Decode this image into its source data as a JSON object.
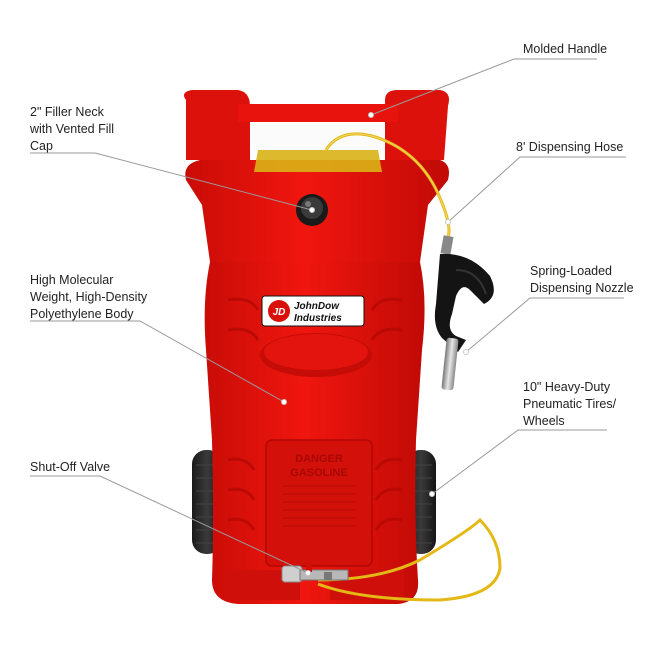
{
  "brand": {
    "monogram": "JD",
    "name_line1": "JohnDow",
    "name_line2": "Industries"
  },
  "warning_panel": {
    "line1": "DANGER",
    "line2": "GASOLINE"
  },
  "callouts": [
    {
      "id": "molded-handle",
      "lines": [
        "Molded Handle"
      ]
    },
    {
      "id": "filler-neck",
      "lines": [
        "2\" Filler Neck",
        "with Vented Fill",
        "Cap"
      ]
    },
    {
      "id": "dispensing-hose",
      "lines": [
        "8' Dispensing Hose"
      ]
    },
    {
      "id": "polyethylene-body",
      "lines": [
        "High Molecular",
        "Weight, High-Density",
        "Polyethylene Body"
      ]
    },
    {
      "id": "dispensing-nozzle",
      "lines": [
        "Spring-Loaded",
        "Dispensing Nozzle"
      ]
    },
    {
      "id": "tires",
      "lines": [
        "10\" Heavy-Duty",
        "Pneumatic Tires/",
        "Wheels"
      ]
    },
    {
      "id": "shutoff-valve",
      "lines": [
        "Shut-Off Valve"
      ]
    }
  ],
  "colors": {
    "tank_red": "#e8120c",
    "tank_dark": "#b80a06",
    "hose_yellow": "#e9c21a",
    "callout_line": "#9a9a9a"
  }
}
